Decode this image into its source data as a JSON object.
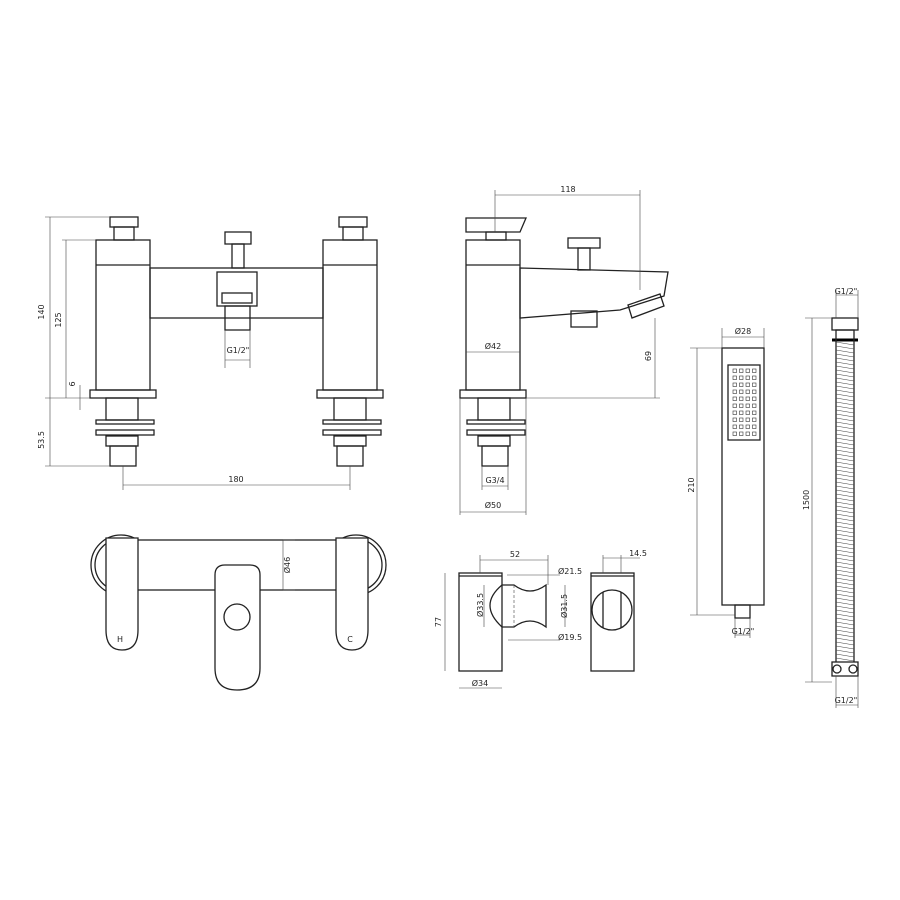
{
  "drawing": {
    "front_view": {
      "height_total": "140",
      "height_body": "125",
      "plate_thickness": "6",
      "tail_length": "53.5",
      "outlet_thread": "G1/2\"",
      "centres": "180"
    },
    "side_view": {
      "projection": "118",
      "body_diameter": "Ø42",
      "spout_height": "69",
      "inlet_thread": "G3/4",
      "base_diameter": "Ø50"
    },
    "hand_shower": {
      "diameter": "Ø28",
      "length": "210",
      "thread": "G1/2\""
    },
    "hose": {
      "top_thread": "G1/2\"",
      "length": "1500",
      "bottom_thread": "G1/2\""
    },
    "top_view": {
      "rose_diameter": "Ø46",
      "hot_label": "H",
      "cold_label": "C"
    },
    "wall_bracket": {
      "projection": "52",
      "outer_diameter": "Ø21.5",
      "left_diameter": "Ø33.5",
      "right_diameter": "Ø31.5",
      "height": "77",
      "inner_diameter": "Ø19.5",
      "base_diameter": "Ø34",
      "slot_width": "14.5"
    }
  }
}
